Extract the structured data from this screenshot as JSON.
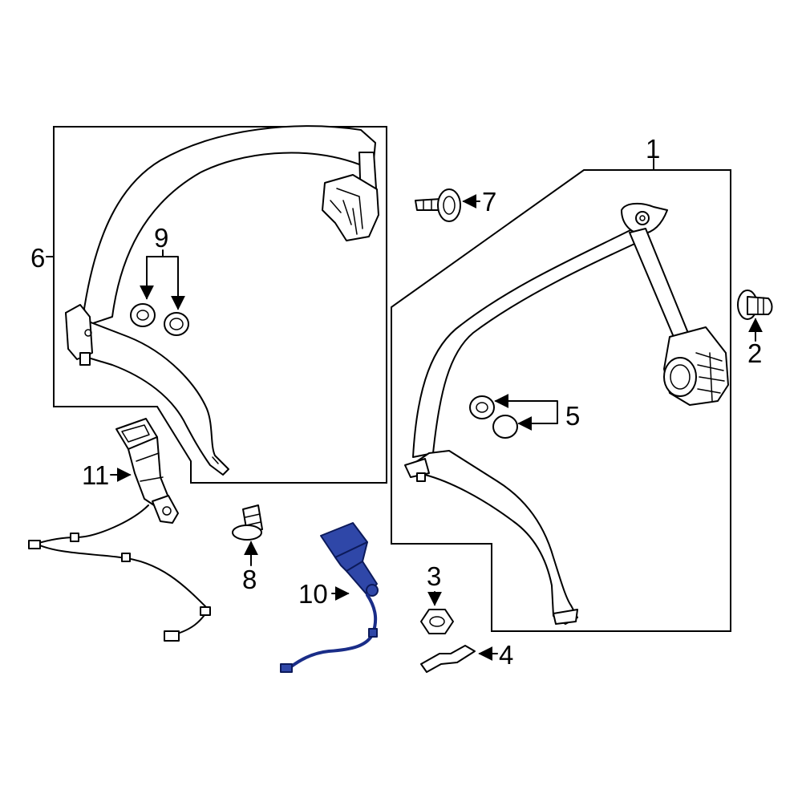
{
  "diagram": {
    "highlight_color": "#2f47a8",
    "callouts": [
      {
        "id": "1",
        "label": "1"
      },
      {
        "id": "2",
        "label": "2"
      },
      {
        "id": "3",
        "label": "3"
      },
      {
        "id": "4",
        "label": "4"
      },
      {
        "id": "5",
        "label": "5"
      },
      {
        "id": "6",
        "label": "6"
      },
      {
        "id": "7",
        "label": "7"
      },
      {
        "id": "8",
        "label": "8"
      },
      {
        "id": "9",
        "label": "9"
      },
      {
        "id": "10",
        "label": "10"
      },
      {
        "id": "11",
        "label": "11"
      }
    ]
  }
}
